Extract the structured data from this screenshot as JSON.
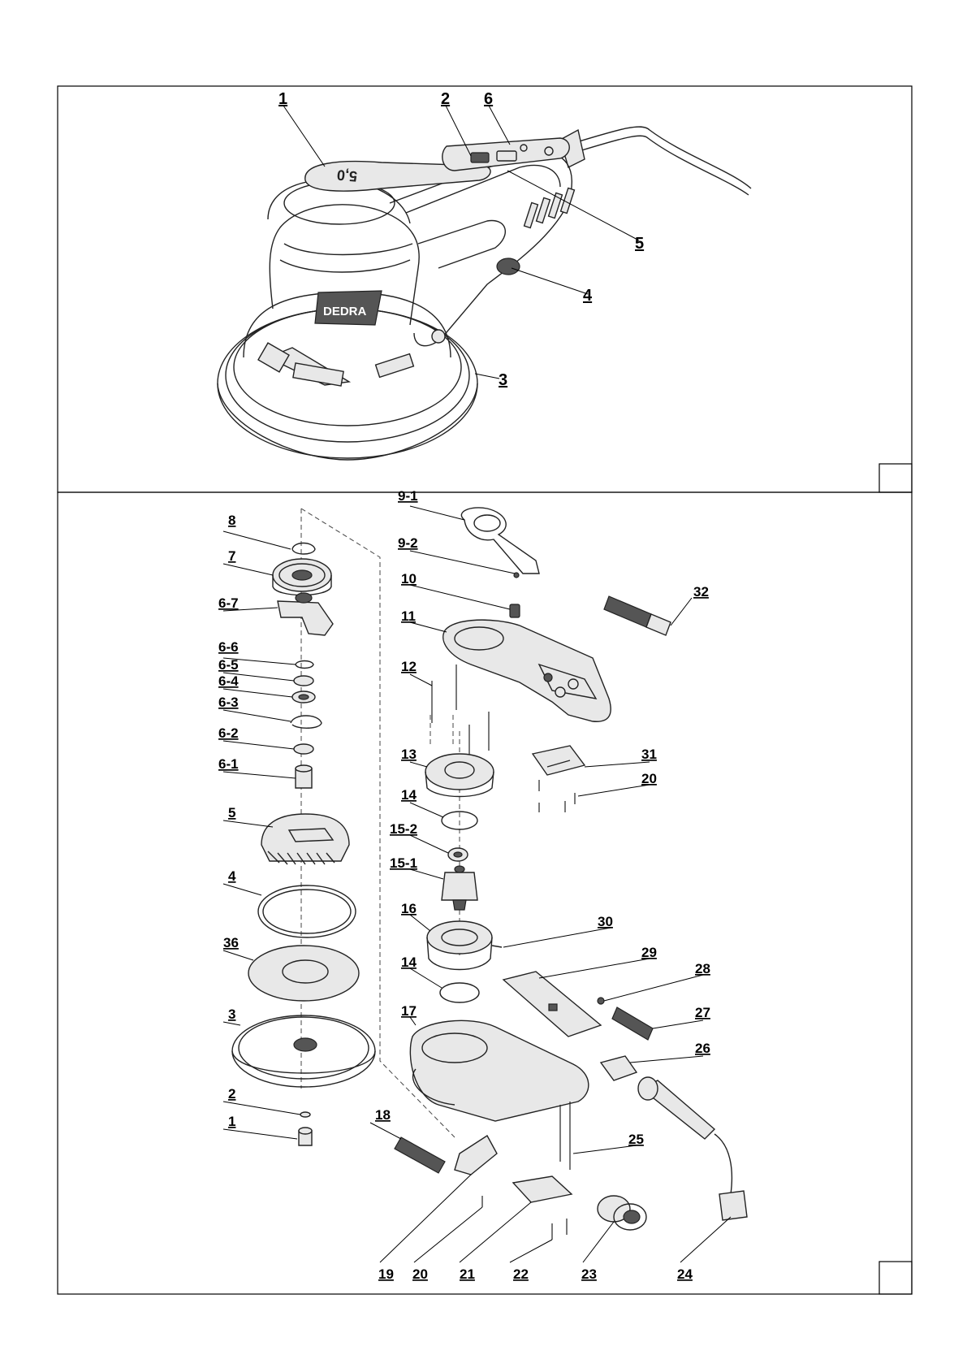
{
  "brand": "DEDRA",
  "pad_marking": "5,0",
  "overview_labels": [
    "1",
    "2",
    "6",
    "5",
    "4",
    "3"
  ],
  "exploded_labels": [
    "8",
    "7",
    "6-7",
    "6-6",
    "6-5",
    "6-4",
    "6-3",
    "6-2",
    "6-1",
    "5",
    "4",
    "36",
    "3",
    "2",
    "1",
    "9-1",
    "9-2",
    "10",
    "11",
    "12",
    "13",
    "14",
    "15-2",
    "15-1",
    "16",
    "14",
    "17",
    "18",
    "32",
    "31",
    "20",
    "30",
    "29",
    "28",
    "27",
    "26",
    "25",
    "19",
    "20",
    "21",
    "22",
    "23",
    "24"
  ]
}
